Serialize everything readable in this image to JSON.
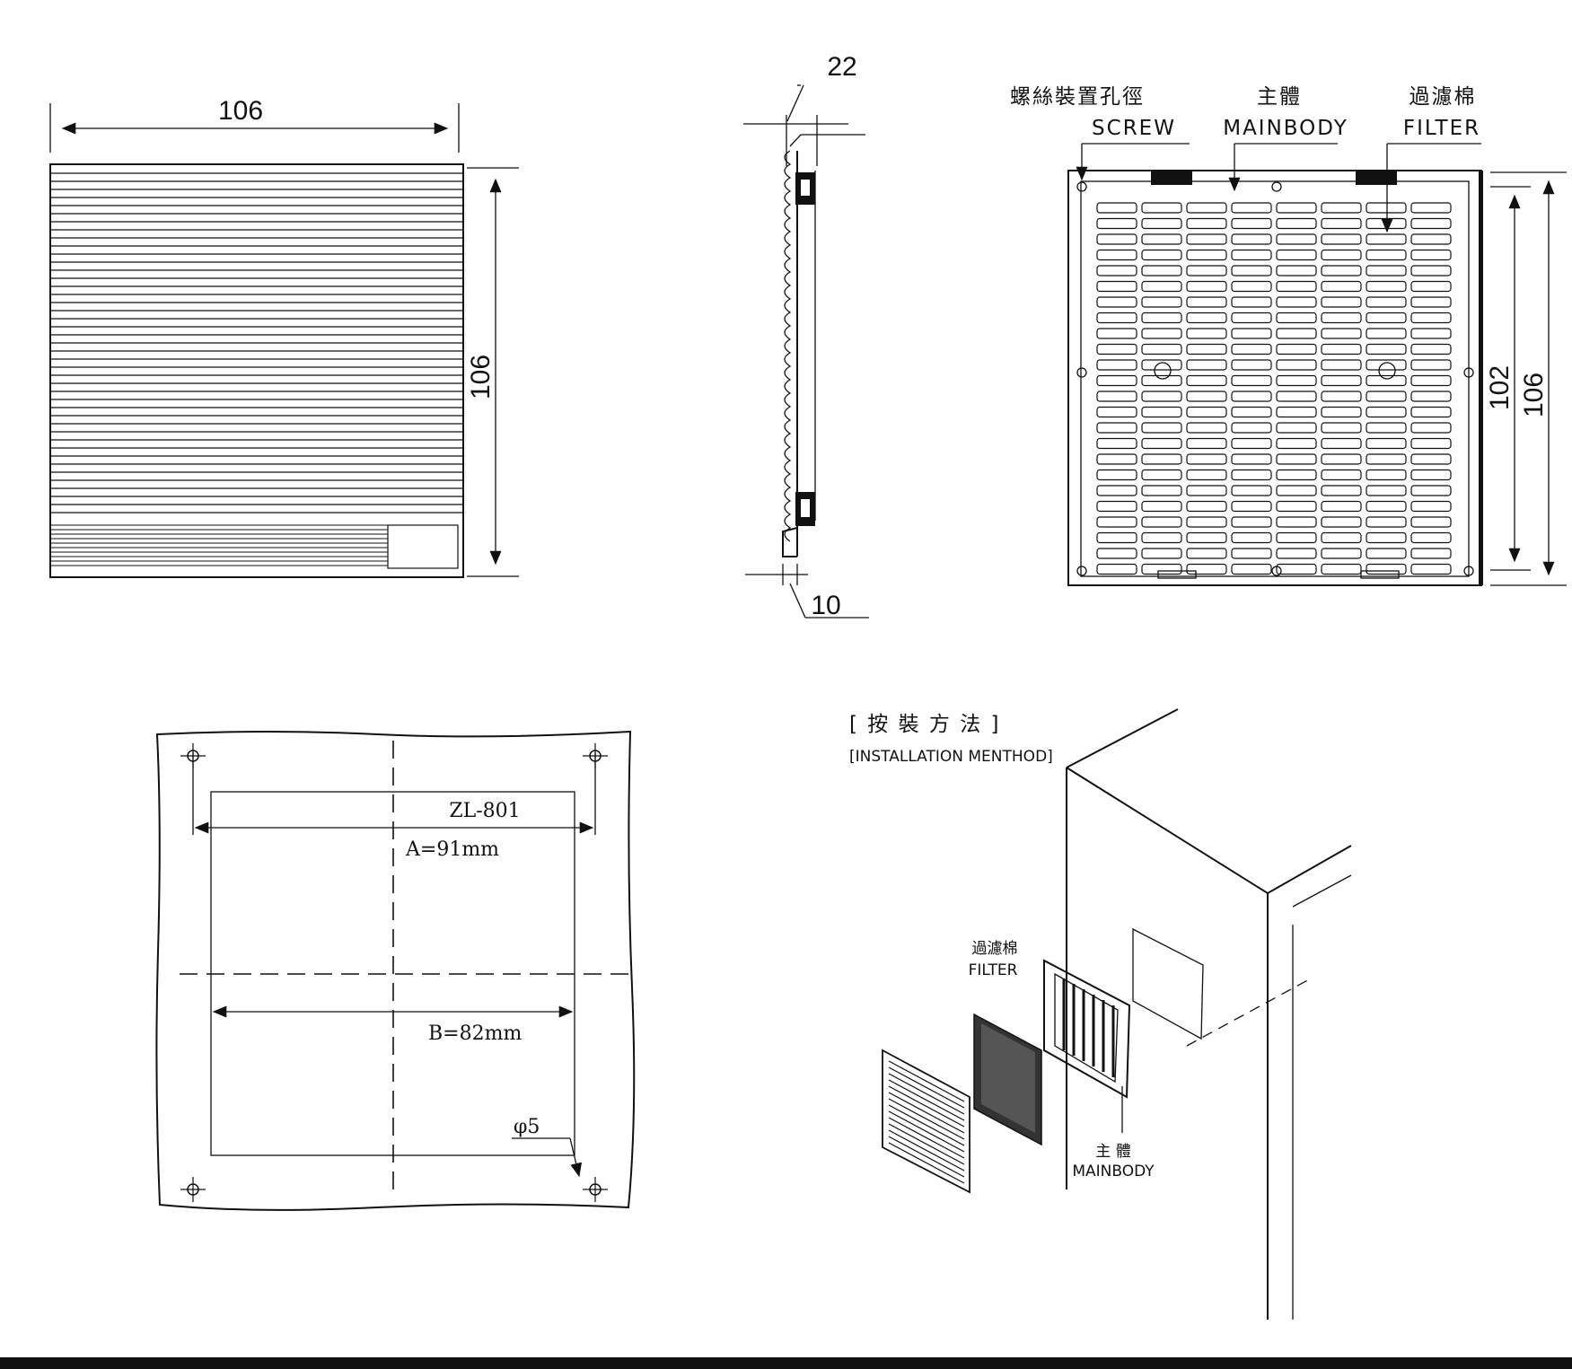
{
  "front_view": {
    "width_label": "106",
    "height_label": "106"
  },
  "side_view": {
    "depth_label": "22",
    "lip_label": "10"
  },
  "back_view": {
    "screw_cn": "螺絲裝置孔徑",
    "screw_en": "SCREW",
    "mainbody_cn": "主體",
    "mainbody_en": "MAINBODY",
    "filter_cn": "過濾棉",
    "filter_en": "FILTER",
    "inner_height_label": "102",
    "outer_height_label": "106"
  },
  "cutout": {
    "model": "ZL-801",
    "a_label": "A=91mm",
    "b_label": "B=82mm",
    "hole_label": "φ5"
  },
  "installation": {
    "title_cn": "[ 按 裝 方 法 ]",
    "title_en": "[INSTALLATION MENTHOD]",
    "filter_cn": "過濾棉",
    "filter_en": "FILTER",
    "mainbody_cn": "主 體",
    "mainbody_en": "MAINBODY"
  }
}
